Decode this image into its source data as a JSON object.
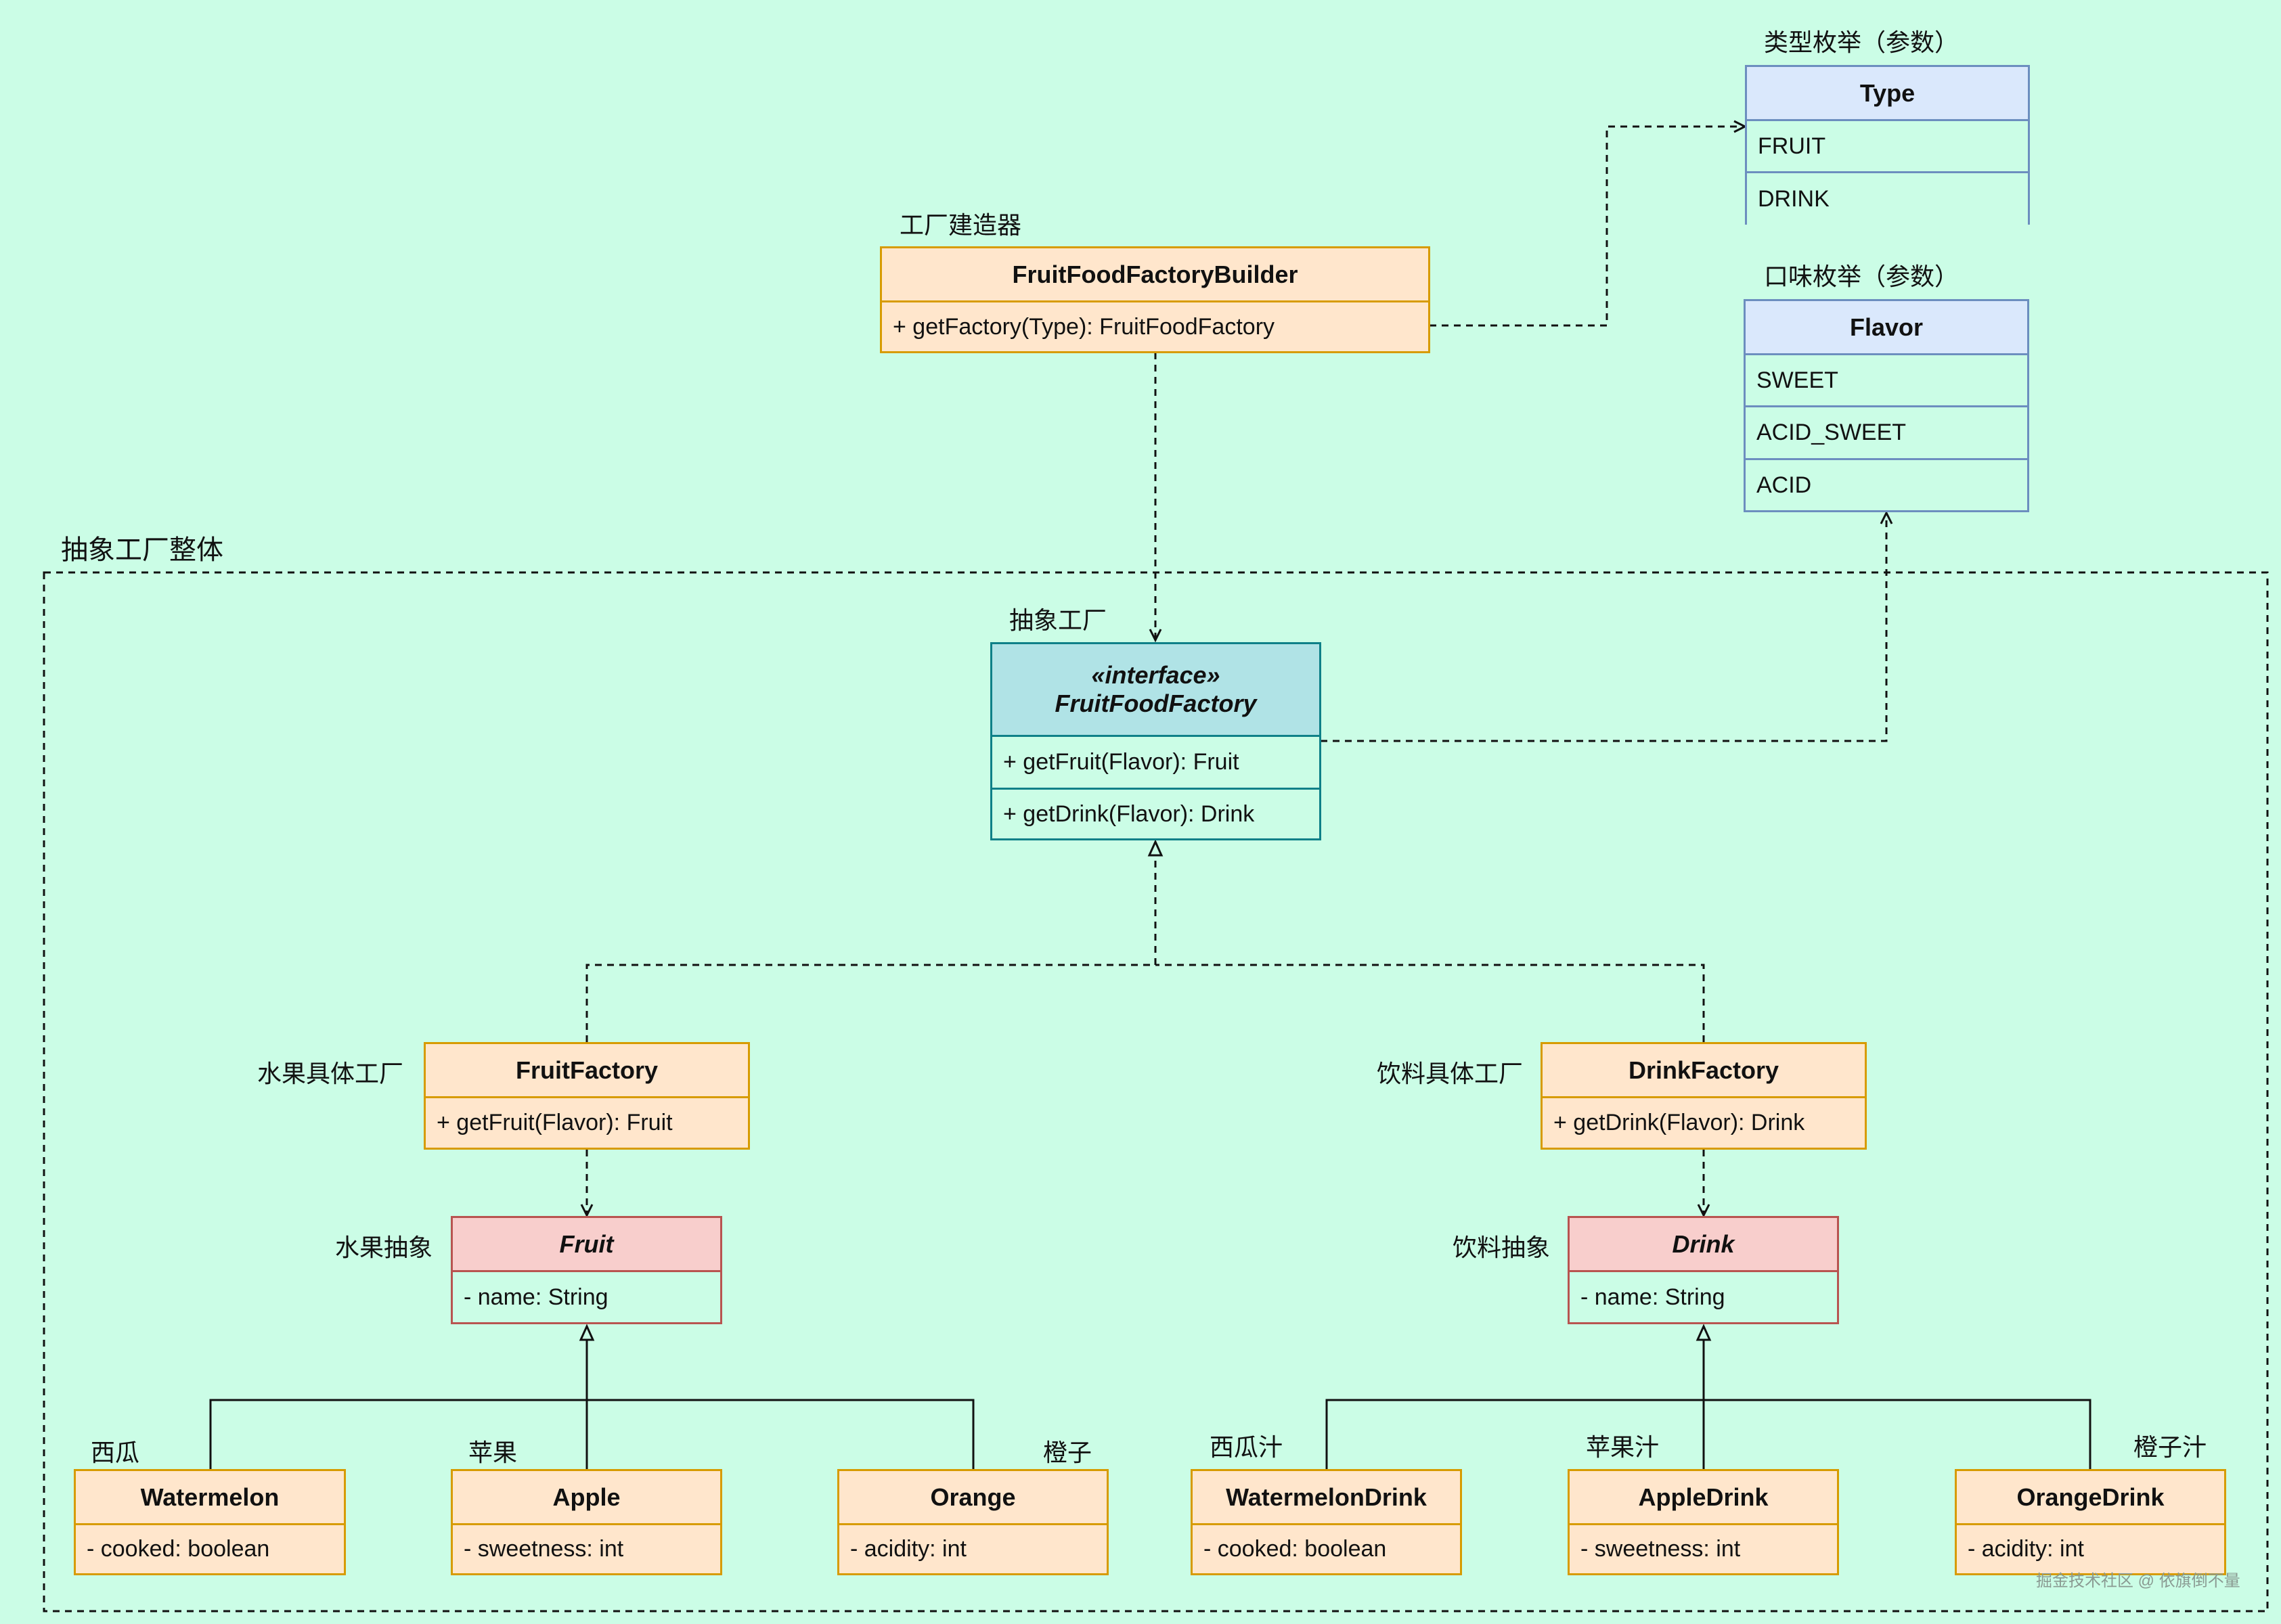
{
  "group_label": "抽象工厂整体",
  "labels": {
    "builder": "工厂建造器",
    "type_enum": "类型枚举（参数）",
    "flavor_enum": "口味枚举（参数）",
    "abstract_factory": "抽象工厂",
    "fruit_factory": "水果具体工厂",
    "drink_factory": "饮料具体工厂",
    "fruit_abstract": "水果抽象",
    "drink_abstract": "饮料抽象",
    "watermelon": "西瓜",
    "apple": "苹果",
    "orange": "橙子",
    "watermelon_drink": "西瓜汁",
    "apple_drink": "苹果汁",
    "orange_drink": "橙子汁"
  },
  "classes": {
    "builder": {
      "name": "FruitFoodFactoryBuilder",
      "members": [
        "+ getFactory(Type): FruitFoodFactory"
      ]
    },
    "type": {
      "name": "Type",
      "members": [
        "FRUIT",
        "DRINK"
      ]
    },
    "flavor": {
      "name": "Flavor",
      "members": [
        "SWEET",
        "ACID_SWEET",
        "ACID"
      ]
    },
    "factory_iface": {
      "stereotype": "«interface»",
      "name": "FruitFoodFactory",
      "members": [
        "+ getFruit(Flavor): Fruit",
        "+ getDrink(Flavor): Drink"
      ]
    },
    "fruit_factory": {
      "name": "FruitFactory",
      "members": [
        "+ getFruit(Flavor): Fruit"
      ]
    },
    "drink_factory": {
      "name": "DrinkFactory",
      "members": [
        "+ getDrink(Flavor): Drink"
      ]
    },
    "fruit": {
      "name": "Fruit",
      "members": [
        "- name: String"
      ]
    },
    "drink": {
      "name": "Drink",
      "members": [
        "- name: String"
      ]
    },
    "watermelon": {
      "name": "Watermelon",
      "members": [
        "- cooked: boolean"
      ]
    },
    "apple": {
      "name": "Apple",
      "members": [
        "- sweetness: int"
      ]
    },
    "orange": {
      "name": "Orange",
      "members": [
        "- acidity: int"
      ]
    },
    "watermelon_drink": {
      "name": "WatermelonDrink",
      "members": [
        "- cooked: boolean"
      ]
    },
    "apple_drink": {
      "name": "AppleDrink",
      "members": [
        "- sweetness: int"
      ]
    },
    "orange_drink": {
      "name": "OrangeDrink",
      "members": [
        "- acidity: int"
      ]
    }
  },
  "watermark": "掘金技术社区 @ 依旗倒不量",
  "colors": {
    "background": "#cbfde6",
    "class_fill": "#ffe6cc",
    "class_stroke": "#d79b00",
    "enum_header": "#dae8fc",
    "enum_stroke": "#6c8ebf",
    "interface_header": "#b0e3e6",
    "interface_stroke": "#0e8088",
    "abstract_header": "#f8cecc",
    "abstract_stroke": "#b85450"
  }
}
